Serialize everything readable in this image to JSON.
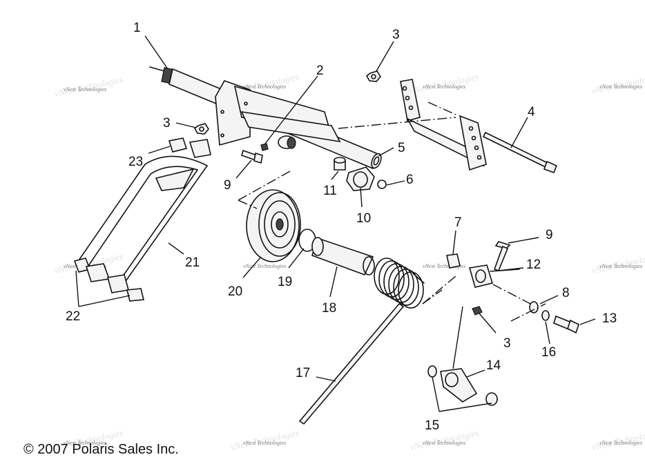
{
  "copyright": "© 2007 Polaris Sales Inc.",
  "watermark": "vNext Technologies",
  "callouts": [
    "1",
    "2",
    "3",
    "3",
    "3",
    "4",
    "5",
    "6",
    "7",
    "8",
    "9",
    "9",
    "10",
    "11",
    "12",
    "13",
    "14",
    "15",
    "16",
    "17",
    "18",
    "19",
    "20",
    "21",
    "22",
    "23"
  ]
}
